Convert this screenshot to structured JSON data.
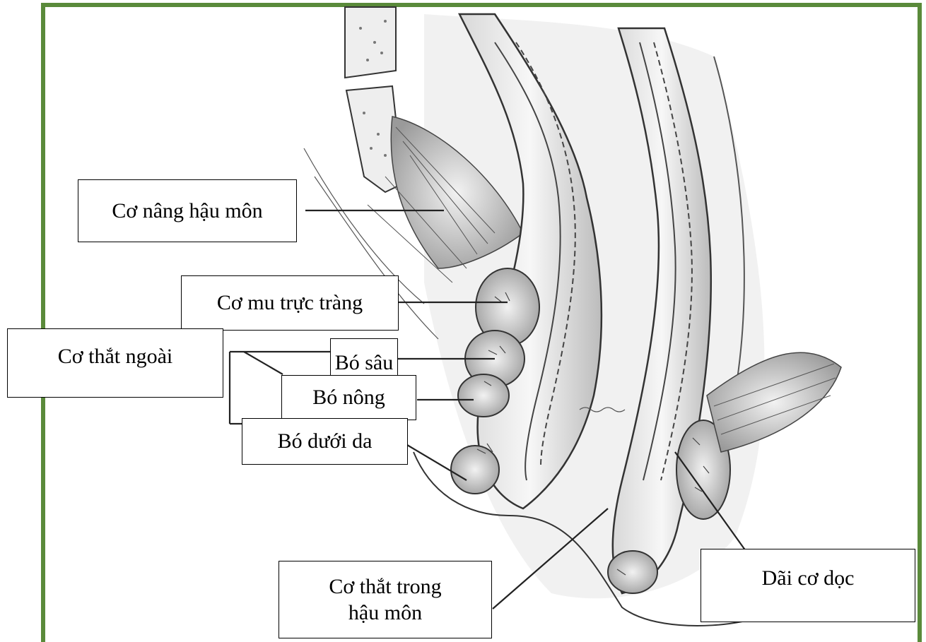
{
  "labels": {
    "levator_ani": "Cơ nâng hậu môn",
    "puborectalis": "Cơ mu trực tràng",
    "external_sphincter": "Cơ thắt ngoài",
    "deep_part": "Bó sâu",
    "superficial_part": "Bó nông",
    "subcutaneous_part": "Bó dưới da",
    "internal_sphincter_line1": "Cơ thắt trong",
    "internal_sphincter_line2": "hậu môn",
    "longitudinal_muscle": "Dãi cơ dọc"
  },
  "colors": {
    "frame": "#5a8a3a",
    "muscle_fill": "#bdbdbd",
    "outline": "#333333"
  }
}
